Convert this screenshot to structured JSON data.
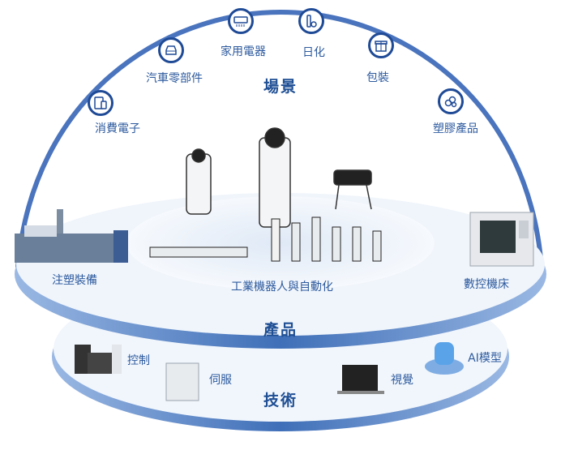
{
  "scene": {
    "title": "場景",
    "items": [
      {
        "label": "消費電子",
        "icon": "devices-icon"
      },
      {
        "label": "汽車零部件",
        "icon": "car-icon"
      },
      {
        "label": "家用電器",
        "icon": "air-conditioner-icon"
      },
      {
        "label": "日化",
        "icon": "bottle-icon"
      },
      {
        "label": "包裝",
        "icon": "gift-box-icon"
      },
      {
        "label": "塑膠產品",
        "icon": "plastic-pellets-icon"
      }
    ]
  },
  "products": {
    "title": "產品",
    "items": [
      {
        "label": "注塑裝備"
      },
      {
        "label": "工業機器人與自動化"
      },
      {
        "label": "數控機床"
      }
    ]
  },
  "technology": {
    "title": "技術",
    "items": [
      {
        "label": "控制"
      },
      {
        "label": "伺服"
      },
      {
        "label": "視覺"
      },
      {
        "label": "AI模型"
      }
    ]
  },
  "colors": {
    "arc": "#1f4a96",
    "band": "#5b87c9",
    "disc": "#eef4fb"
  }
}
